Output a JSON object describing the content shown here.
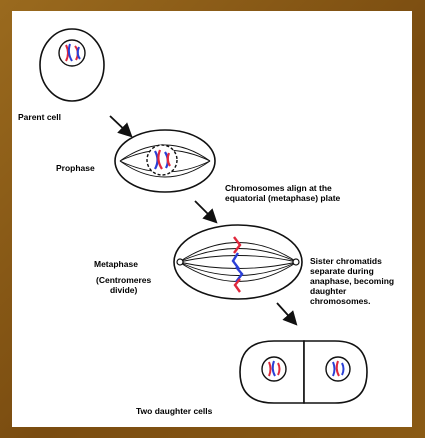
{
  "labels": {
    "parent_cell": "Parent cell",
    "prophase": "Prophase",
    "chromosomes_align": "Chromosomes align at the\nequatorial (metaphase) plate",
    "metaphase": "Metaphase",
    "centromeres_divide": "(Centromeres\ndivide)",
    "sister_chromatids": "Sister chromatids\nseparate during\nanaphase, becoming\ndaughter\nchromosomes.",
    "two_daughter_cells": "Two daughter cells"
  },
  "colors": {
    "frame": "#8a5a14",
    "chromosome_red": "#e0283c",
    "chromosome_blue": "#2a3fd6",
    "outline": "#111111"
  }
}
